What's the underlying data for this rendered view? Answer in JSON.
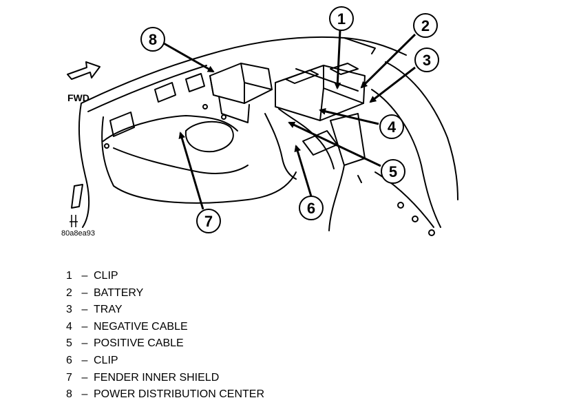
{
  "figure": {
    "fwd_label": "FWD",
    "code": "80a8ea93"
  },
  "callouts": [
    {
      "num": "1"
    },
    {
      "num": "2"
    },
    {
      "num": "3"
    },
    {
      "num": "4"
    },
    {
      "num": "5"
    },
    {
      "num": "6"
    },
    {
      "num": "7"
    },
    {
      "num": "8"
    }
  ],
  "legend": [
    {
      "num": "1",
      "label": "CLIP"
    },
    {
      "num": "2",
      "label": "BATTERY"
    },
    {
      "num": "3",
      "label": "TRAY"
    },
    {
      "num": "4",
      "label": "NEGATIVE CABLE"
    },
    {
      "num": "5",
      "label": "POSITIVE CABLE"
    },
    {
      "num": "6",
      "label": "CLIP"
    },
    {
      "num": "7",
      "label": "FENDER INNER SHIELD"
    },
    {
      "num": "8",
      "label": "POWER DISTRIBUTION CENTER"
    }
  ],
  "legend_separator": "–"
}
